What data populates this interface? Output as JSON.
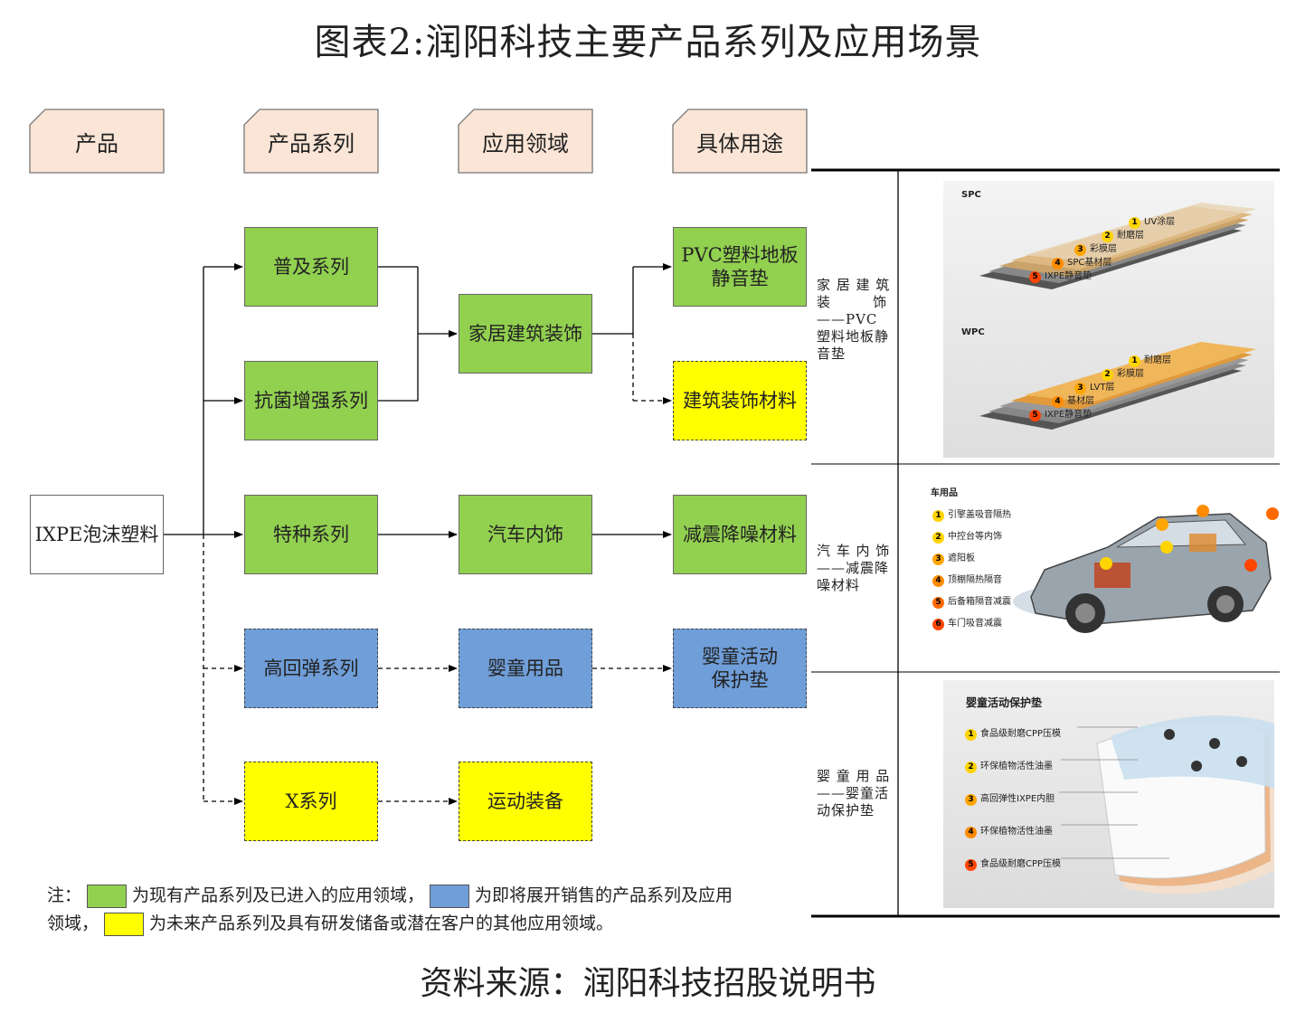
{
  "title": "图表2:润阳科技主要产品系列及应用场景",
  "headers": [
    "产品",
    "产品系列",
    "应用领域",
    "具体用途"
  ],
  "boxes": {
    "product": "IXPE泡沫塑料",
    "series_puji": "普及系列",
    "series_kangjun": "抗菌增强系列",
    "series_tezhong": "特种系列",
    "series_gaohuitan": "高回弹系列",
    "series_x": "X系列",
    "app_jiaju": "家居建筑装饰",
    "app_qiche": "汽车内饰",
    "app_yingtong": "婴童用品",
    "app_yundong": "运动装备",
    "use_pvc_line1": "PVC塑料地板",
    "use_pvc_line2": "静音垫",
    "use_jianzhu": "建筑装饰材料",
    "use_jianzhen": "减震降噪材料",
    "use_yingtong_line1": "婴童活动",
    "use_yingtong_line2": "保护垫"
  },
  "legend": {
    "prefix": "注：",
    "green_text": "为现有产品系列及已进入的应用领域，",
    "blue_text": "为即将展开销售的产品系列及应用",
    "line2_prefix": "领域，",
    "yellow_text": "为未来产品系列及具有研发储备或潜在客户的其他应用领域。"
  },
  "panels": {
    "home": {
      "label_line1": "家 居 建 筑",
      "label_line2": "装        饰",
      "label_line3": "——PVC",
      "label_line4": "塑料地板静",
      "label_line5": "音垫",
      "spc_title": "SPC",
      "spc_layers": [
        "UV涂层",
        "耐磨层",
        "彩膜层",
        "SPC基材层",
        "IXPE静音垫"
      ],
      "wpc_title": "WPC",
      "wpc_layers": [
        "耐磨层",
        "彩膜层",
        "LVT层",
        "基材层",
        "IXPE静音垫"
      ]
    },
    "car": {
      "label_line1": "汽 车 内 饰",
      "label_line2": "——减震降",
      "label_line3": "噪材料",
      "title": "车用品",
      "items": [
        "引擎盖吸音隔热",
        "中控台等内饰",
        "遮阳板",
        "顶棚隔热隔音",
        "后备箱隔音减震",
        "车门吸音减震"
      ]
    },
    "baby": {
      "label_line1": "婴 童 用 品",
      "label_line2": "——婴童活",
      "label_line3": "动保护垫",
      "title": "婴童活动保护垫",
      "items": [
        "食品级耐磨CPP压模",
        "环保植物活性油墨",
        "高回弹性IXPE内胆",
        "环保植物活性油墨",
        "食品级耐磨CPP压模"
      ]
    }
  },
  "colors": {
    "green": "#92d050",
    "blue": "#6f9ed8",
    "yellow": "#ffff00",
    "header_fill": "#fbe5d6"
  },
  "footer": "资料来源：润阳科技招股说明书"
}
